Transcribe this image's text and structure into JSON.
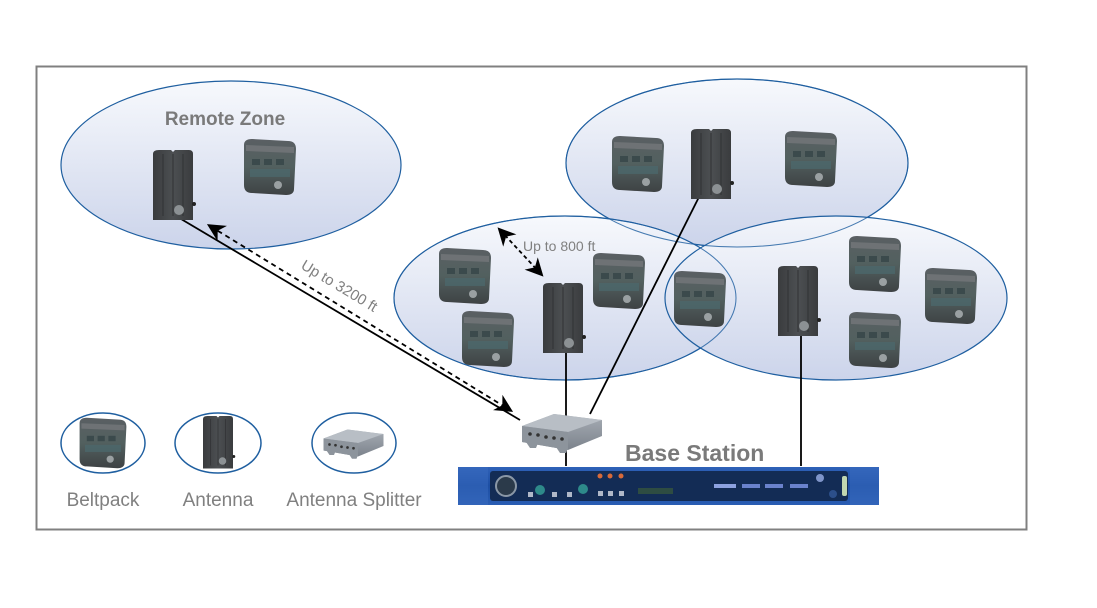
{
  "diagram": {
    "title": "Wireless intercom coverage diagram",
    "zones": [
      {
        "id": "remote",
        "label": "Remote Zone",
        "beltpacks": 1,
        "antennas": 1
      },
      {
        "id": "center",
        "label": "",
        "beltpacks": 4,
        "antennas": 1
      },
      {
        "id": "top",
        "label": "",
        "beltpacks": 2,
        "antennas": 1
      },
      {
        "id": "right",
        "label": "",
        "beltpacks": 4,
        "antennas": 1
      }
    ],
    "distance_labels": {
      "remote_link": "Up to 3200 ft",
      "zone_radius": "Up to 800 ft"
    },
    "base_station_label": "Base Station",
    "legend": [
      {
        "icon": "beltpack",
        "label": "Beltpack"
      },
      {
        "icon": "antenna",
        "label": "Antenna"
      },
      {
        "icon": "antenna-splitter",
        "label": "Antenna Splitter"
      }
    ],
    "colors": {
      "zone_stroke": "#1f5fa0",
      "zone_fill_top": "#f4f6fb",
      "zone_fill_bottom": "#c9d2ea",
      "frame": "#808080",
      "label_text": "#7a7a7a",
      "base_station": "#1e4fa8"
    }
  }
}
